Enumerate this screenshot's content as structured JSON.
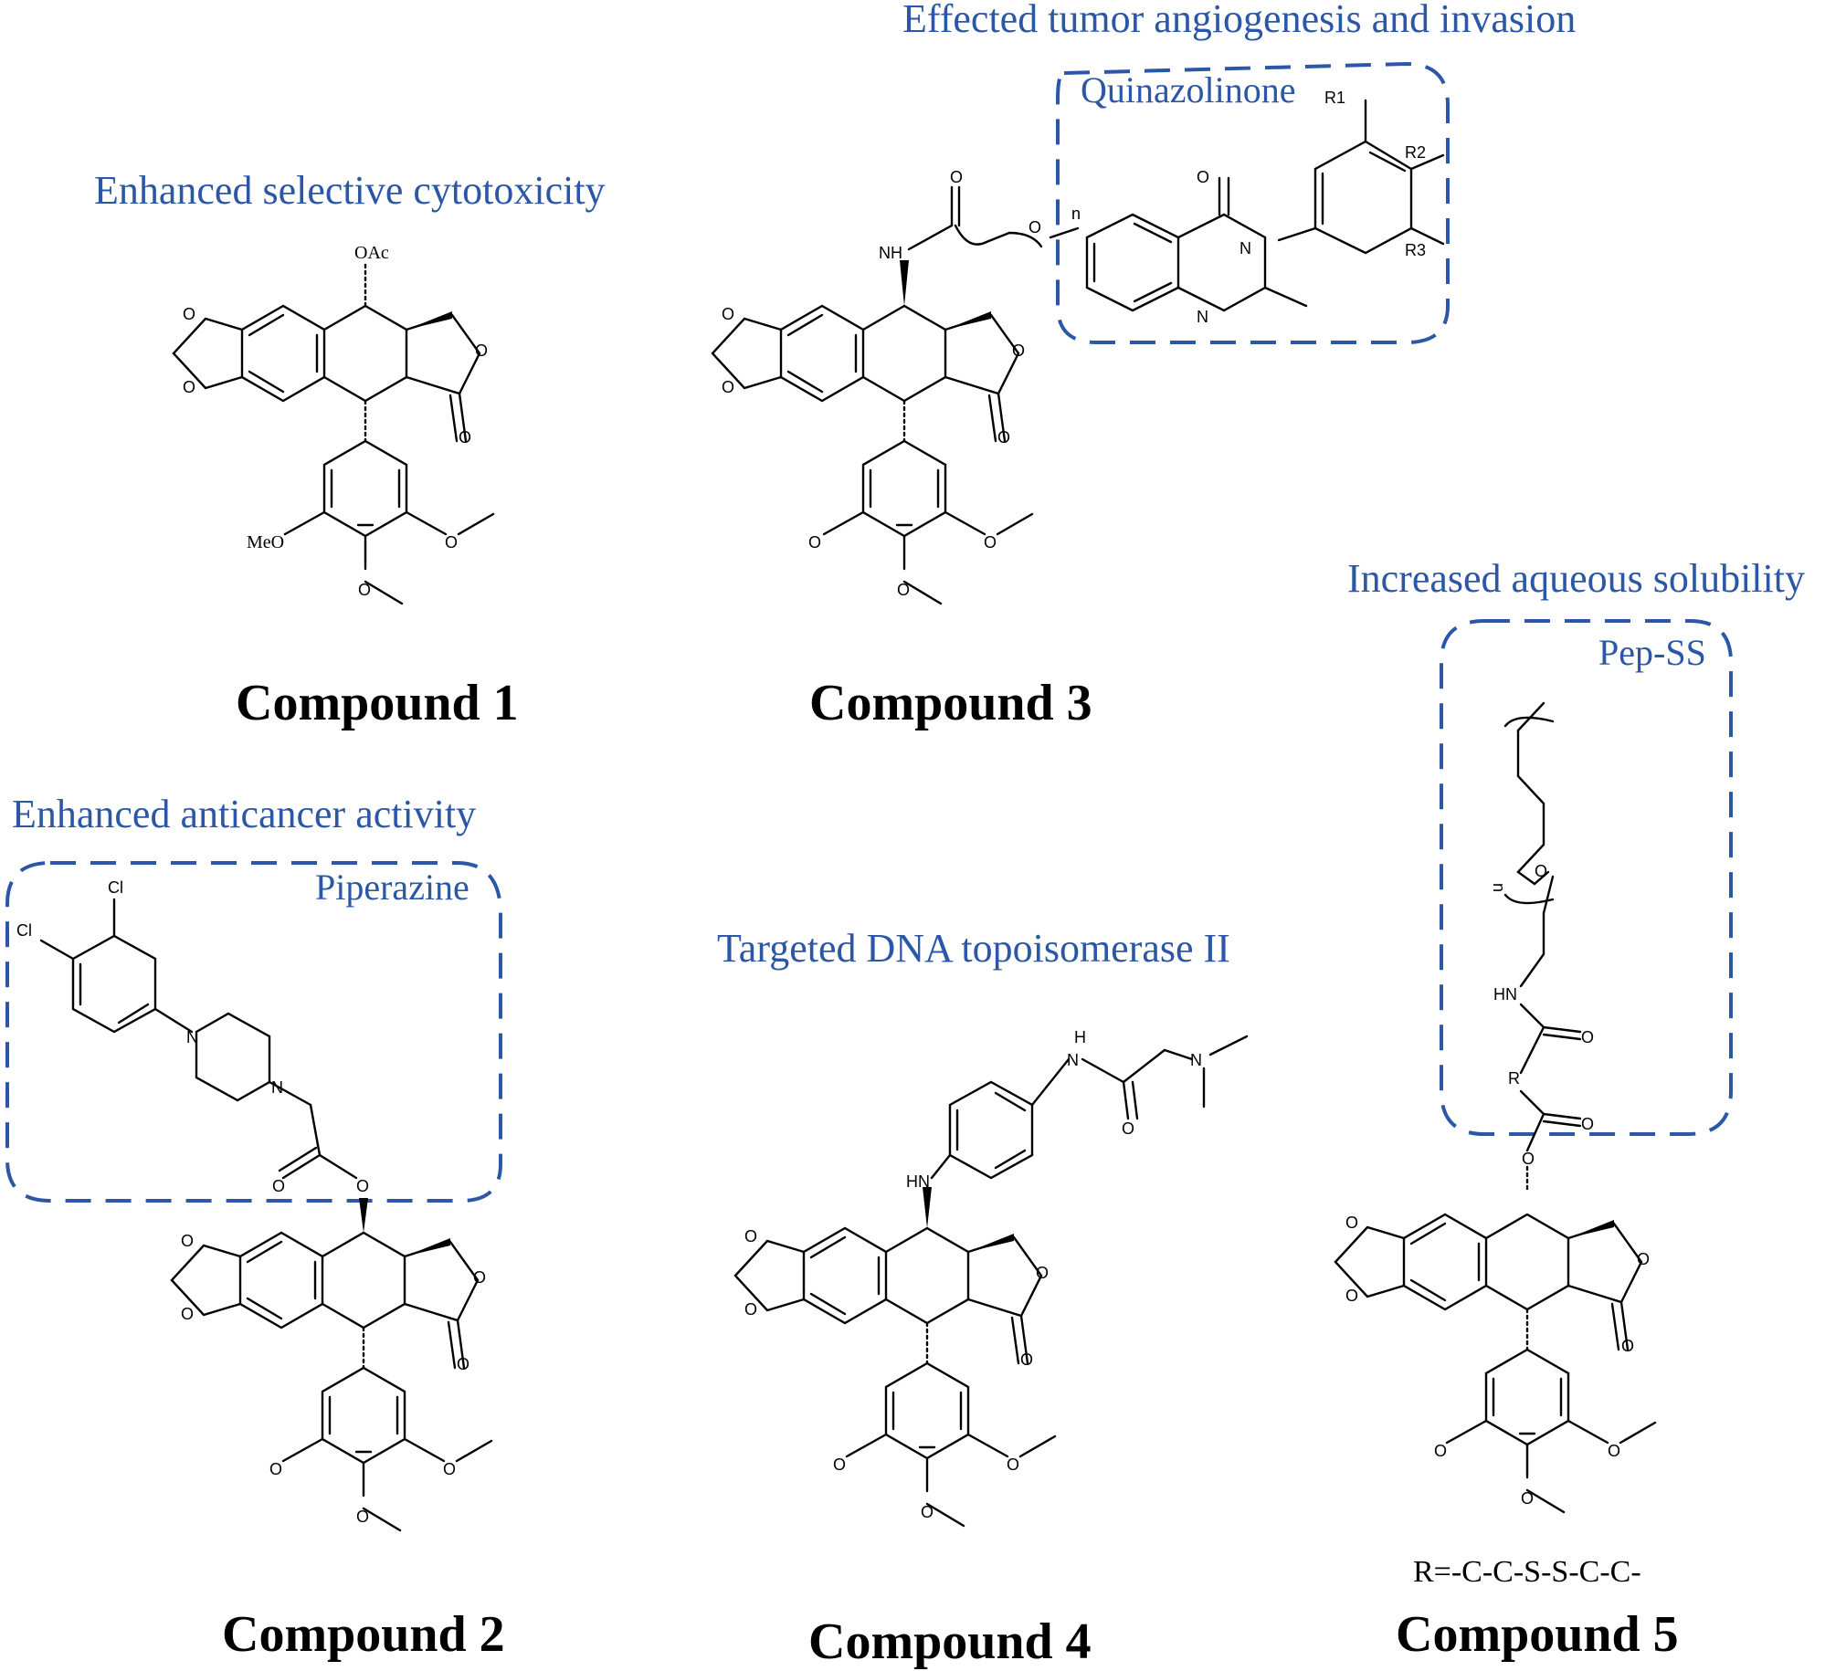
{
  "compounds": [
    {
      "caption": "Compound 1",
      "annotation": "Enhanced selective cytotoxicity",
      "atoms": {
        "oac": "OAc",
        "meo": "MeO"
      }
    },
    {
      "caption": "Compound 2",
      "annotation": "Enhanced anticancer activity",
      "moiety": "Piperazine",
      "atoms": {
        "cl1": "Cl",
        "cl2": "Cl",
        "n": "N"
      }
    },
    {
      "caption": "Compound 3",
      "annotation": "Effected tumor angiogenesis and invasion",
      "moiety": "Quinazolinone",
      "atoms": {
        "nh": "NH",
        "n": "n",
        "r1": "R1",
        "r2": "R2",
        "r3": "R3"
      }
    },
    {
      "caption": "Compound 4",
      "annotation": "Targeted DNA topoisomerase II",
      "atoms": {
        "nh": "HN",
        "h": "H",
        "n": "N"
      }
    },
    {
      "caption": "Compound 5",
      "annotation": "Increased aqueous solubility",
      "moiety": "Pep-SS",
      "r_definition": "R=-C-C-S-S-C-C-",
      "atoms": {
        "hn": "HN",
        "r": "R",
        "n": "n"
      }
    }
  ],
  "atom_o": "O",
  "colors": {
    "annotation": "#2b57a6",
    "caption": "#000000",
    "bond": "#000000"
  }
}
